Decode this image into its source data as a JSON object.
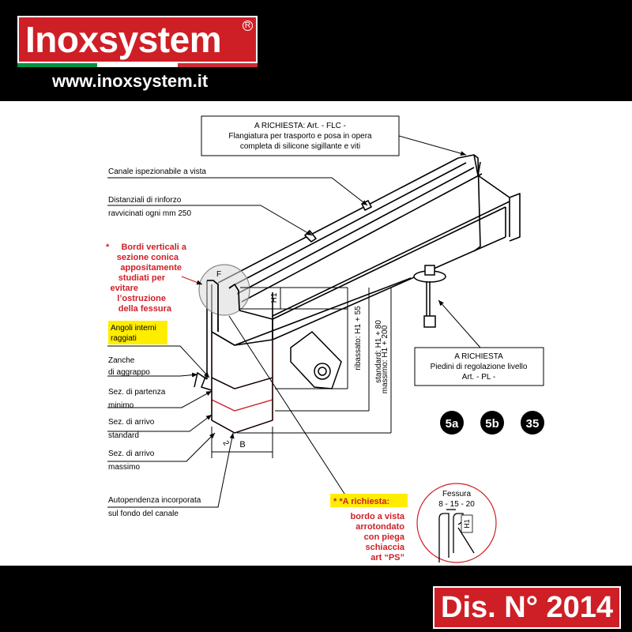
{
  "header": {
    "logo_text": "Inoxsystem",
    "logo_reg": "R",
    "website": "www.inoxsystem.it"
  },
  "callouts": {
    "flc_line1": "A RICHIESTA: Art. - FLC -",
    "flc_line2": "Flangiatura per trasporto e posa in opera",
    "flc_line3": "completa di silicone sigillante e viti",
    "canale": "Canale ispezionabile a vista",
    "distanziali_1": "Distanziali di rinforzo",
    "distanziali_2": "ravvicinati ogni mm 250",
    "bordi_1": "Bordi verticali a",
    "bordi_2": "sezione conica",
    "bordi_3": "appositamente",
    "bordi_4": "studiati per",
    "bordi_5": "evitare",
    "bordi_6": "l’ostruzione",
    "bordi_7": "della fessura",
    "bordi_star": "*",
    "angoli_1": "Angoli interni",
    "angoli_2": "raggiati",
    "zanche_1": "Zanche",
    "zanche_2": "di aggrappo",
    "sez_part_1": "Sez. di partenza",
    "sez_part_2": "minimo",
    "sez_std_1": "Sez. di arrivo",
    "sez_std_2": "standard",
    "sez_max_1": "Sez. di arrivo",
    "sez_max_2": "massimo",
    "auto_1": "Autopendenza incorporata",
    "auto_2": "sul fondo del canale",
    "pl_line1": "A RICHIESTA",
    "pl_line2": "Piedini di regolazione livello",
    "pl_line3": "Art. - PL -",
    "ps_title": "* *A richiesta:",
    "ps_1": "bordo a vista",
    "ps_2": "arrotondato",
    "ps_3": "con piega",
    "ps_4": "schiaccia",
    "ps_5": "art “PS”"
  },
  "dimensions": {
    "ribassato": "ribassato: H1 + 55",
    "standard": "standard: H1 + 80",
    "massimo": "massimo: H1 + 200",
    "h1": "H1",
    "f": "F",
    "b": "B",
    "slope": "2",
    "fessura_label": "Fessura",
    "fessura_values": "8 - 15 - 20",
    "detail_h1": "H1"
  },
  "badges": [
    "5a",
    "5b",
    "35"
  ],
  "footer": {
    "dis_label": "Dis. N° 2014"
  },
  "colors": {
    "brand_red": "#cf1f26",
    "highlight_yellow": "#ffed00",
    "flag_green": "#009246",
    "flag_red": "#ce2b37"
  }
}
